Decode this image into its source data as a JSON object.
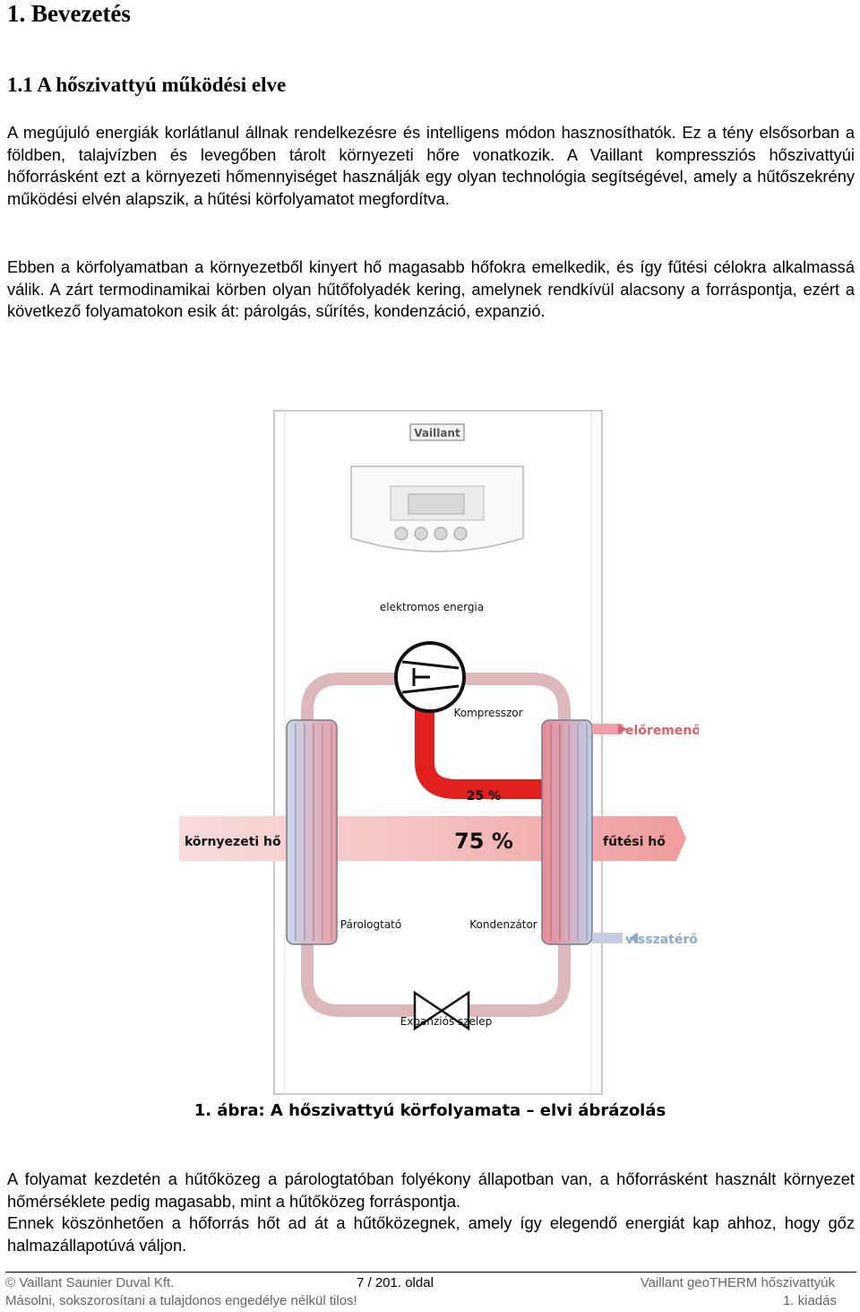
{
  "heading1": "1. Bevezetés",
  "heading2": "1.1 A hőszivattyú működési elve",
  "paragraphs": [
    "A megújuló energiák korlátlanul állnak rendelkezésre és intelligens módon hasznosíthatók. Ez a tény elsősorban a földben, talajvízben és levegőben tárolt környezeti hőre vonatkozik. A Vaillant kompressziós hőszivattyúi hőforrásként ezt a környezeti hőmennyiséget használják egy olyan technológia segítségével, amely a hűtőszekrény működési elvén alapszik, a hűtési körfolyamatot megfordítva.",
    "Ebben a körfolyamatban a környezetből kinyert hő magasabb hőfokra emelkedik, és így fűtési célokra alkalmassá válik. A zárt termodinamikai körben olyan hűtőfolyadék kering, amelynek rendkívül alacsony a forráspontja, ezért a következő folyamatokon esik át: párolgás, sűrítés, kondenzáció, expanzió.",
    "A folyamat kezdetén a hűtőközeg a párologtatóban folyékony állapotban van, a hőforrásként használt környezet hőmérséklete pedig magasabb, mint a hűtőközeg forráspontja.",
    "Ennek köszönhetően a hőforrás hőt ad át a hűtőközegnek, amely így elegendő energiát kap ahhoz, hogy gőz halmazállapotúvá váljon."
  ],
  "figure": {
    "brand": "Vaillant",
    "labels": {
      "electric": "elektromos energia",
      "compressor": "Kompresszor",
      "flow": "előremenő",
      "percent_small": "25 %",
      "percent_large": "75 %",
      "ambient": "környezeti hő",
      "heating": "fűtési hő",
      "evaporator": "Párologtató",
      "condenser": "Kondenzátor",
      "return": "visszatérő",
      "valve": "Expanziós szelep"
    },
    "caption": "1. ábra: A hőszivattyú körfolyamata – elvi ábrázolás"
  },
  "footer": {
    "left_top": "© Vaillant Saunier Duval Kft.",
    "center_top": "7 / 201. oldal",
    "right_top": "Vaillant geoTHERM hőszivattyúk",
    "left_bottom": "Másolni, sokszorosítani a tulajdonos engedélye nélkül tilos!",
    "right_bottom": "1. kiadás"
  },
  "colors": {
    "loop": "#ddb8ba",
    "hot": "#e01f1f",
    "flow_text": "#e0606a",
    "return_text": "#8aa8c8",
    "heat_band": "#f2bcbc"
  }
}
